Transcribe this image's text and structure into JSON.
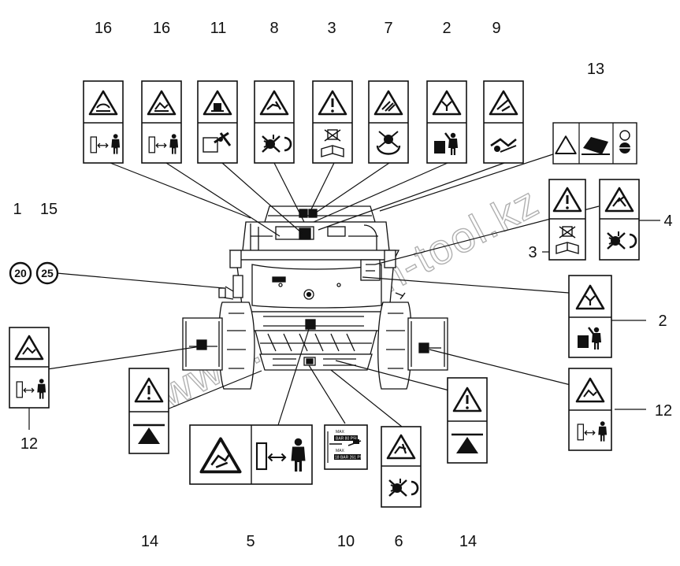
{
  "callouts": {
    "n16a": "16",
    "n16b": "16",
    "n11": "11",
    "n8": "8",
    "n3top": "3",
    "n7": "7",
    "n2top": "2",
    "n9": "9",
    "n13": "13",
    "n1": "1",
    "n15": "15",
    "n4": "4",
    "n3right": "3",
    "n2right": "2",
    "n12right": "12",
    "n12left": "12",
    "n14left": "14",
    "n5": "5",
    "n10": "10",
    "n6": "6",
    "n14right": "14"
  },
  "circle_labels": {
    "c20": "20",
    "c25": "25"
  },
  "decal10_lines": {
    "line1": "MAX",
    "line2": "BAR 80 PSI",
    "line3": "MAX",
    "line4": "18 BAR 261 PSI"
  },
  "watermark": "www.cnhbron-tool.kz"
}
